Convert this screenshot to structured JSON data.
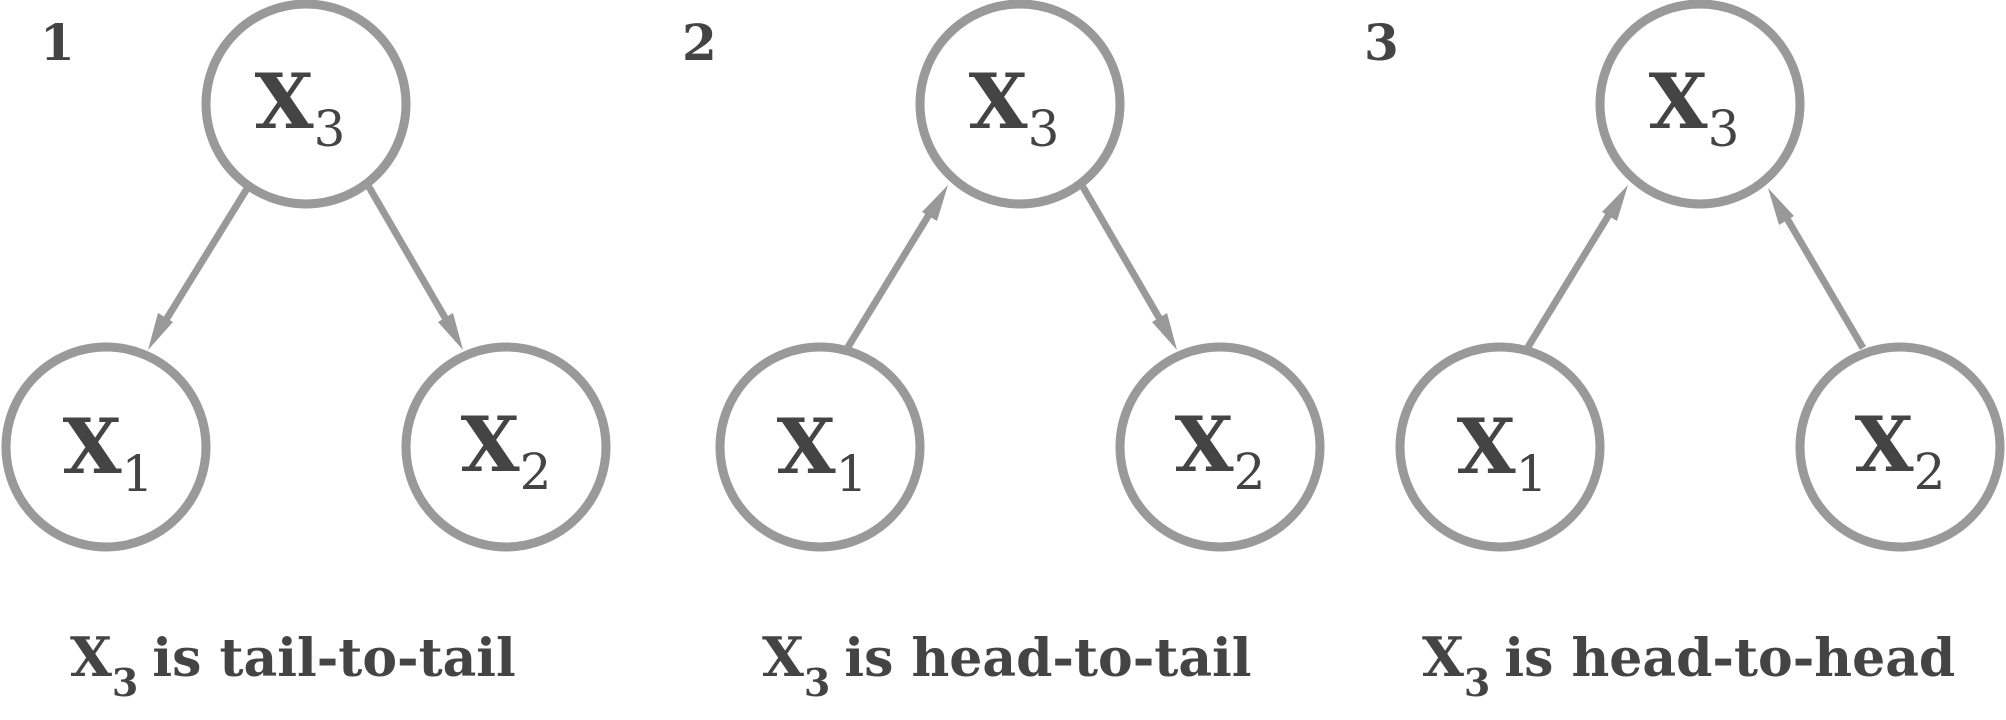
{
  "colors": {
    "stroke": "#999999",
    "text": "#444444",
    "background": "#ffffff"
  },
  "panels": [
    {
      "number": "1",
      "nodes": {
        "top": {
          "var": "X",
          "sub": "3"
        },
        "left": {
          "var": "X",
          "sub": "1"
        },
        "right": {
          "var": "X",
          "sub": "2"
        }
      },
      "edges": [
        {
          "from": "X3",
          "to": "X1"
        },
        {
          "from": "X3",
          "to": "X2"
        }
      ],
      "caption": {
        "var": "X",
        "sub": "3",
        "text": "is tail-to-tail"
      }
    },
    {
      "number": "2",
      "nodes": {
        "top": {
          "var": "X",
          "sub": "3"
        },
        "left": {
          "var": "X",
          "sub": "1"
        },
        "right": {
          "var": "X",
          "sub": "2"
        }
      },
      "edges": [
        {
          "from": "X1",
          "to": "X3"
        },
        {
          "from": "X3",
          "to": "X2"
        }
      ],
      "caption": {
        "var": "X",
        "sub": "3",
        "text": "is head-to-tail"
      }
    },
    {
      "number": "3",
      "nodes": {
        "top": {
          "var": "X",
          "sub": "3"
        },
        "left": {
          "var": "X",
          "sub": "1"
        },
        "right": {
          "var": "X",
          "sub": "2"
        }
      },
      "edges": [
        {
          "from": "X1",
          "to": "X3"
        },
        {
          "from": "X2",
          "to": "X3"
        }
      ],
      "caption": {
        "var": "X",
        "sub": "3",
        "text": "is head-to-head"
      }
    }
  ]
}
